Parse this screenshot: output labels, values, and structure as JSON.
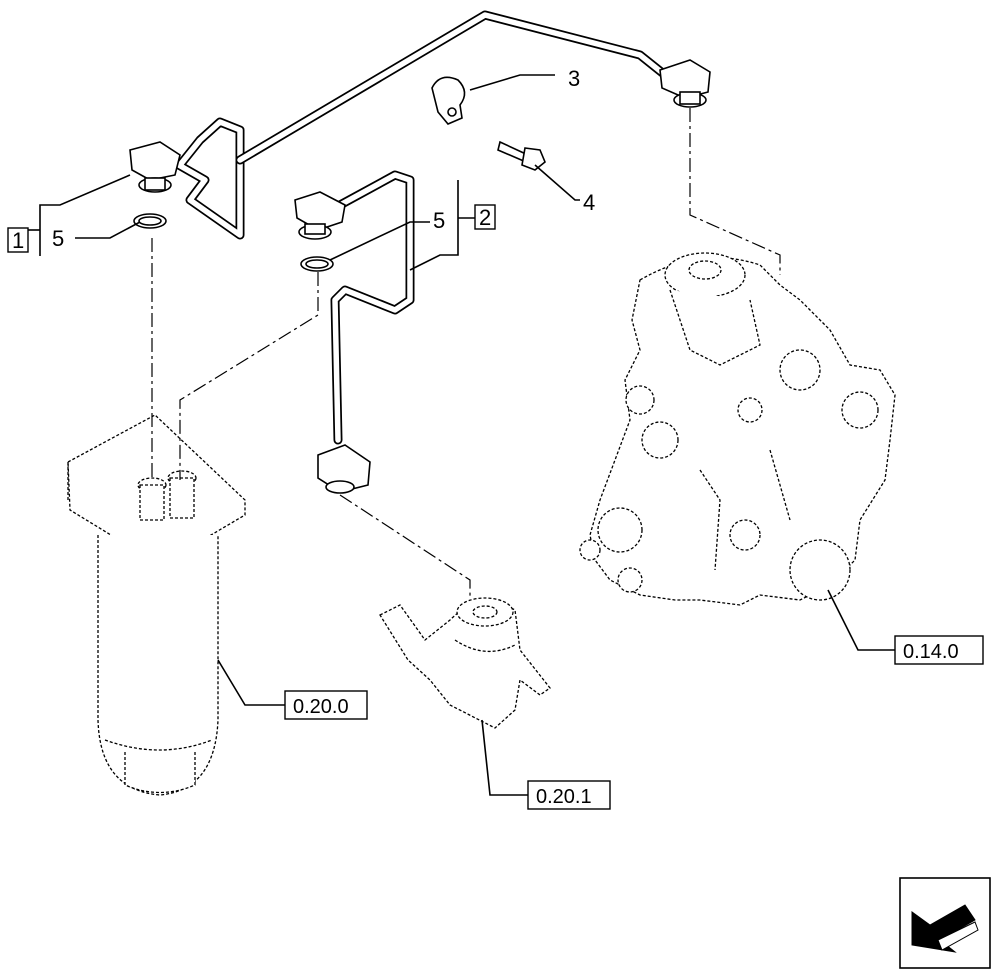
{
  "callouts": {
    "item_3": "3",
    "item_4": "4",
    "item_5a": "5",
    "item_5b": "5"
  },
  "group_labels": {
    "group_1": "1",
    "group_2": "2"
  },
  "references": {
    "fuel_filter": "0.20.0",
    "feed_pump": "0.20.1",
    "injection_pump": "0.14.0"
  },
  "nav_icon": "arrow-back-icon"
}
